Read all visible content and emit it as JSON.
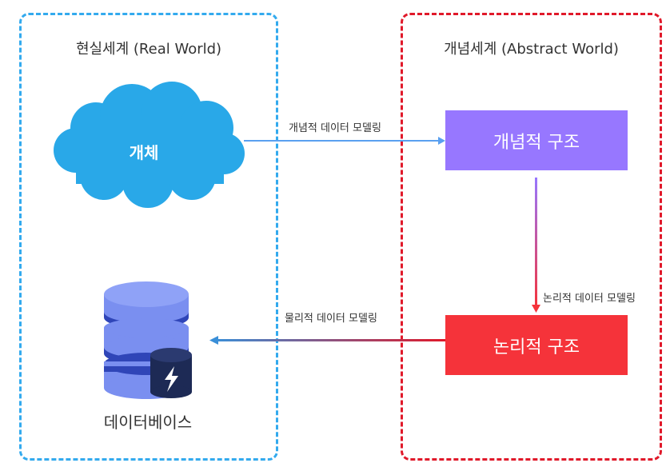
{
  "regions": {
    "real": {
      "title": "현실세계 (Real World)"
    },
    "abstract": {
      "title": "개념세계 (Abstract World)"
    }
  },
  "nodes": {
    "entity": "개체",
    "concept_structure": "개념적 구조",
    "logical_structure": "논리적 구조",
    "database": "데이터베이스"
  },
  "edges": {
    "conceptual_modeling": "개념적 데이터 모델링",
    "logical_modeling": "논리적 데이터 모델링",
    "physical_modeling": "물리적 데이터 모델링"
  },
  "colors": {
    "real_border": "#33aaee",
    "abstract_border": "#e0192a",
    "cloud": "#29a8e8",
    "concept_box": "#9777ff",
    "logical_box": "#f5333a",
    "db_light": "#7a8ff0",
    "db_dark": "#2f45b8",
    "db_badge": "#1d2a55"
  }
}
